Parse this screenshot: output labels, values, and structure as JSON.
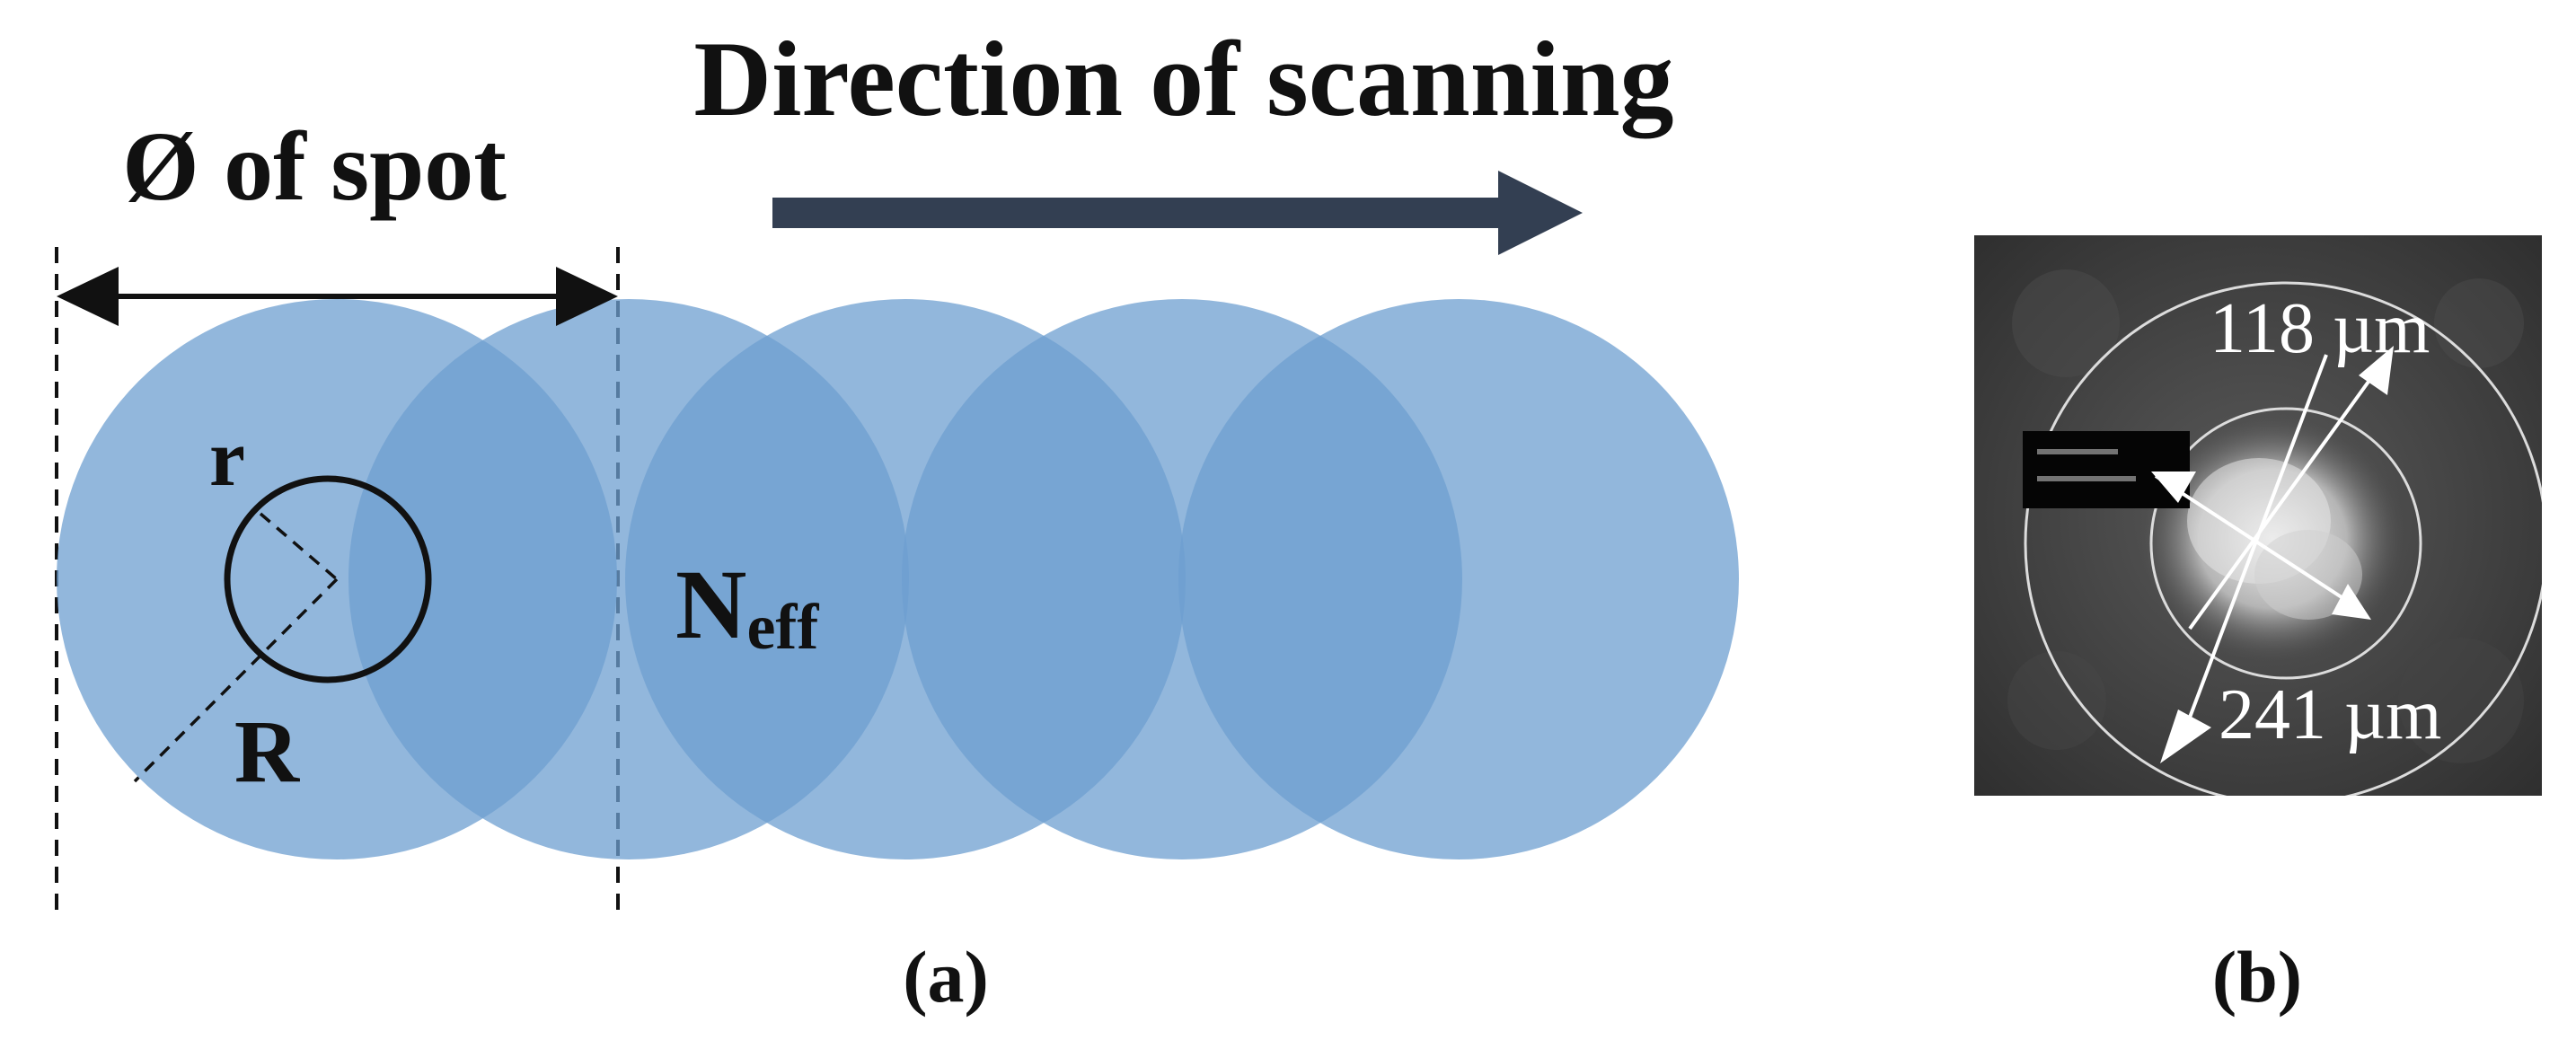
{
  "panel_a": {
    "title": "Direction of scanning",
    "spot_diameter_label": "Ø of spot",
    "small_radius_label": "r",
    "large_radius_label": "R",
    "overlap_label_main": "N",
    "overlap_label_sub": "eff",
    "caption": "(a)",
    "colors": {
      "spot_fill": "#8fb4d9",
      "overlap_fill": "#5b8fc4",
      "arrow": "#333f52"
    }
  },
  "panel_b": {
    "outer_diameter_label": "118 µm",
    "inner_diameter_label": "241 µm",
    "caption": "(b)"
  }
}
